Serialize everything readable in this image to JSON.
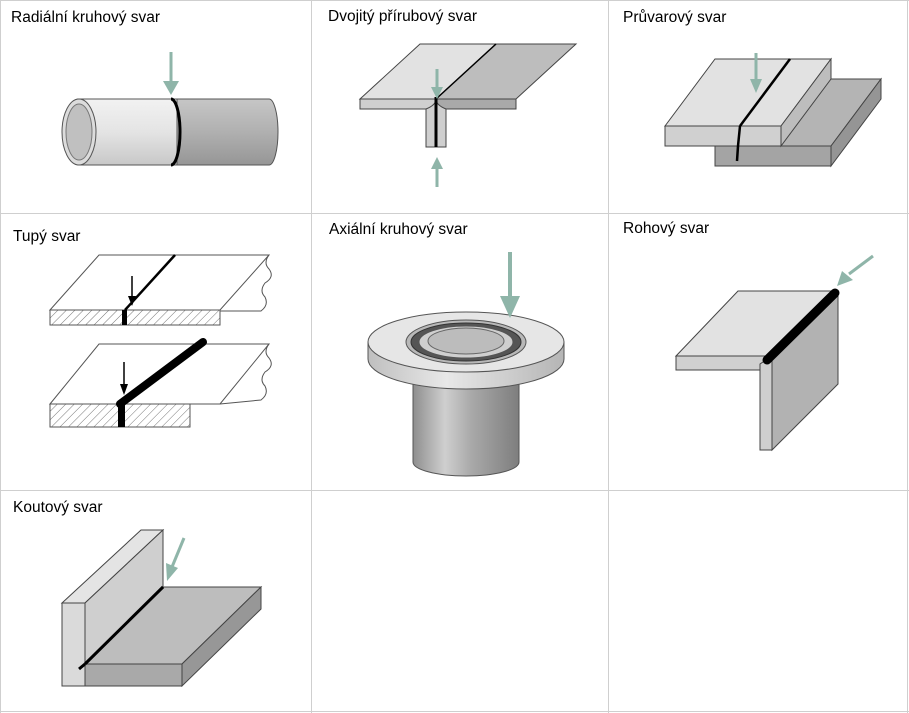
{
  "colors": {
    "arrow": "#8fb5a9",
    "weld": "#000000",
    "light_metal": "#e2e2e2",
    "mid_metal": "#bcbcbc",
    "dark_metal": "#a6a6a6",
    "grid": "#cfcfcf"
  },
  "cells": [
    {
      "label": "Radiální kruhový svar",
      "icon": "radial-circular-weld"
    },
    {
      "label": "Dvojitý přírubový svar",
      "icon": "double-flange-weld"
    },
    {
      "label": "Průvarový svar",
      "icon": "penetration-weld"
    },
    {
      "label": "Tupý svar",
      "icon": "butt-weld"
    },
    {
      "label": "Axiální kruhový svar",
      "icon": "axial-circular-weld"
    },
    {
      "label": "Rohový svar",
      "icon": "corner-weld"
    },
    {
      "label": "Koutový svar",
      "icon": "fillet-weld"
    },
    {
      "label": "",
      "icon": ""
    },
    {
      "label": "",
      "icon": ""
    }
  ]
}
